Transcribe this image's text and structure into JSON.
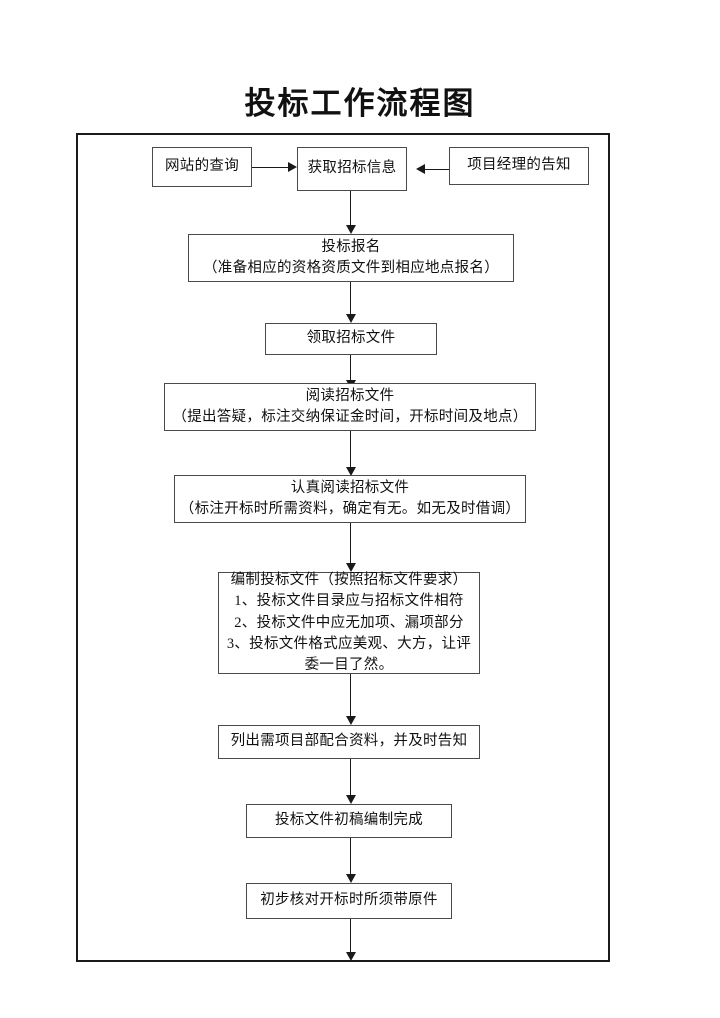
{
  "title": "投标工作流程图",
  "diagram": {
    "type": "flowchart",
    "orientation": "top-to-bottom",
    "nodes": [
      {
        "id": "website-query",
        "lines": [
          "网站的查询"
        ]
      },
      {
        "id": "get-bid-info",
        "lines": [
          "获取招标信息"
        ]
      },
      {
        "id": "pm-notice",
        "lines": [
          "项目经理的告知"
        ]
      },
      {
        "id": "bid-registration",
        "lines": [
          "投标报名",
          "（准备相应的资格资质文件到相应地点报名）"
        ]
      },
      {
        "id": "collect-bid-docs",
        "lines": [
          "领取招标文件"
        ]
      },
      {
        "id": "read-bid-docs",
        "lines": [
          "阅读招标文件",
          "（提出答疑，标注交纳保证金时间，开标时间及地点）"
        ]
      },
      {
        "id": "careful-read-docs",
        "lines": [
          "认真阅读招标文件",
          "（标注开标时所需资料，确定有无。如无及时借调）"
        ]
      },
      {
        "id": "compile-tender-docs",
        "lines": [
          "编制投标文件（按照招标文件要求）",
          "1、投标文件目录应与招标文件相符",
          "2、投标文件中应无加项、漏项部分",
          "3、投标文件格式应美观、大方，让评",
          "委一目了然。"
        ]
      },
      {
        "id": "list-project-support",
        "lines": [
          "列出需项目部配合资料，并及时告知"
        ]
      },
      {
        "id": "draft-complete",
        "lines": [
          "投标文件初稿编制完成"
        ]
      },
      {
        "id": "verify-originals",
        "lines": [
          "初步核对开标时所须带原件"
        ]
      }
    ],
    "edges": [
      {
        "from": "website-query",
        "to": "get-bid-info",
        "direction": "right"
      },
      {
        "from": "pm-notice",
        "to": "get-bid-info",
        "direction": "left"
      },
      {
        "from": "get-bid-info",
        "to": "bid-registration",
        "direction": "down"
      },
      {
        "from": "bid-registration",
        "to": "collect-bid-docs",
        "direction": "down"
      },
      {
        "from": "collect-bid-docs",
        "to": "read-bid-docs",
        "direction": "down"
      },
      {
        "from": "read-bid-docs",
        "to": "careful-read-docs",
        "direction": "down"
      },
      {
        "from": "careful-read-docs",
        "to": "compile-tender-docs",
        "direction": "down"
      },
      {
        "from": "compile-tender-docs",
        "to": "list-project-support",
        "direction": "down"
      },
      {
        "from": "list-project-support",
        "to": "draft-complete",
        "direction": "down"
      },
      {
        "from": "draft-complete",
        "to": "verify-originals",
        "direction": "down"
      },
      {
        "from": "verify-originals",
        "to": "page-bottom",
        "direction": "down"
      }
    ]
  },
  "colors": {
    "line": "#1a1a1a",
    "box_border": "#4a4a4a",
    "text": "#111111",
    "background": "#ffffff"
  }
}
